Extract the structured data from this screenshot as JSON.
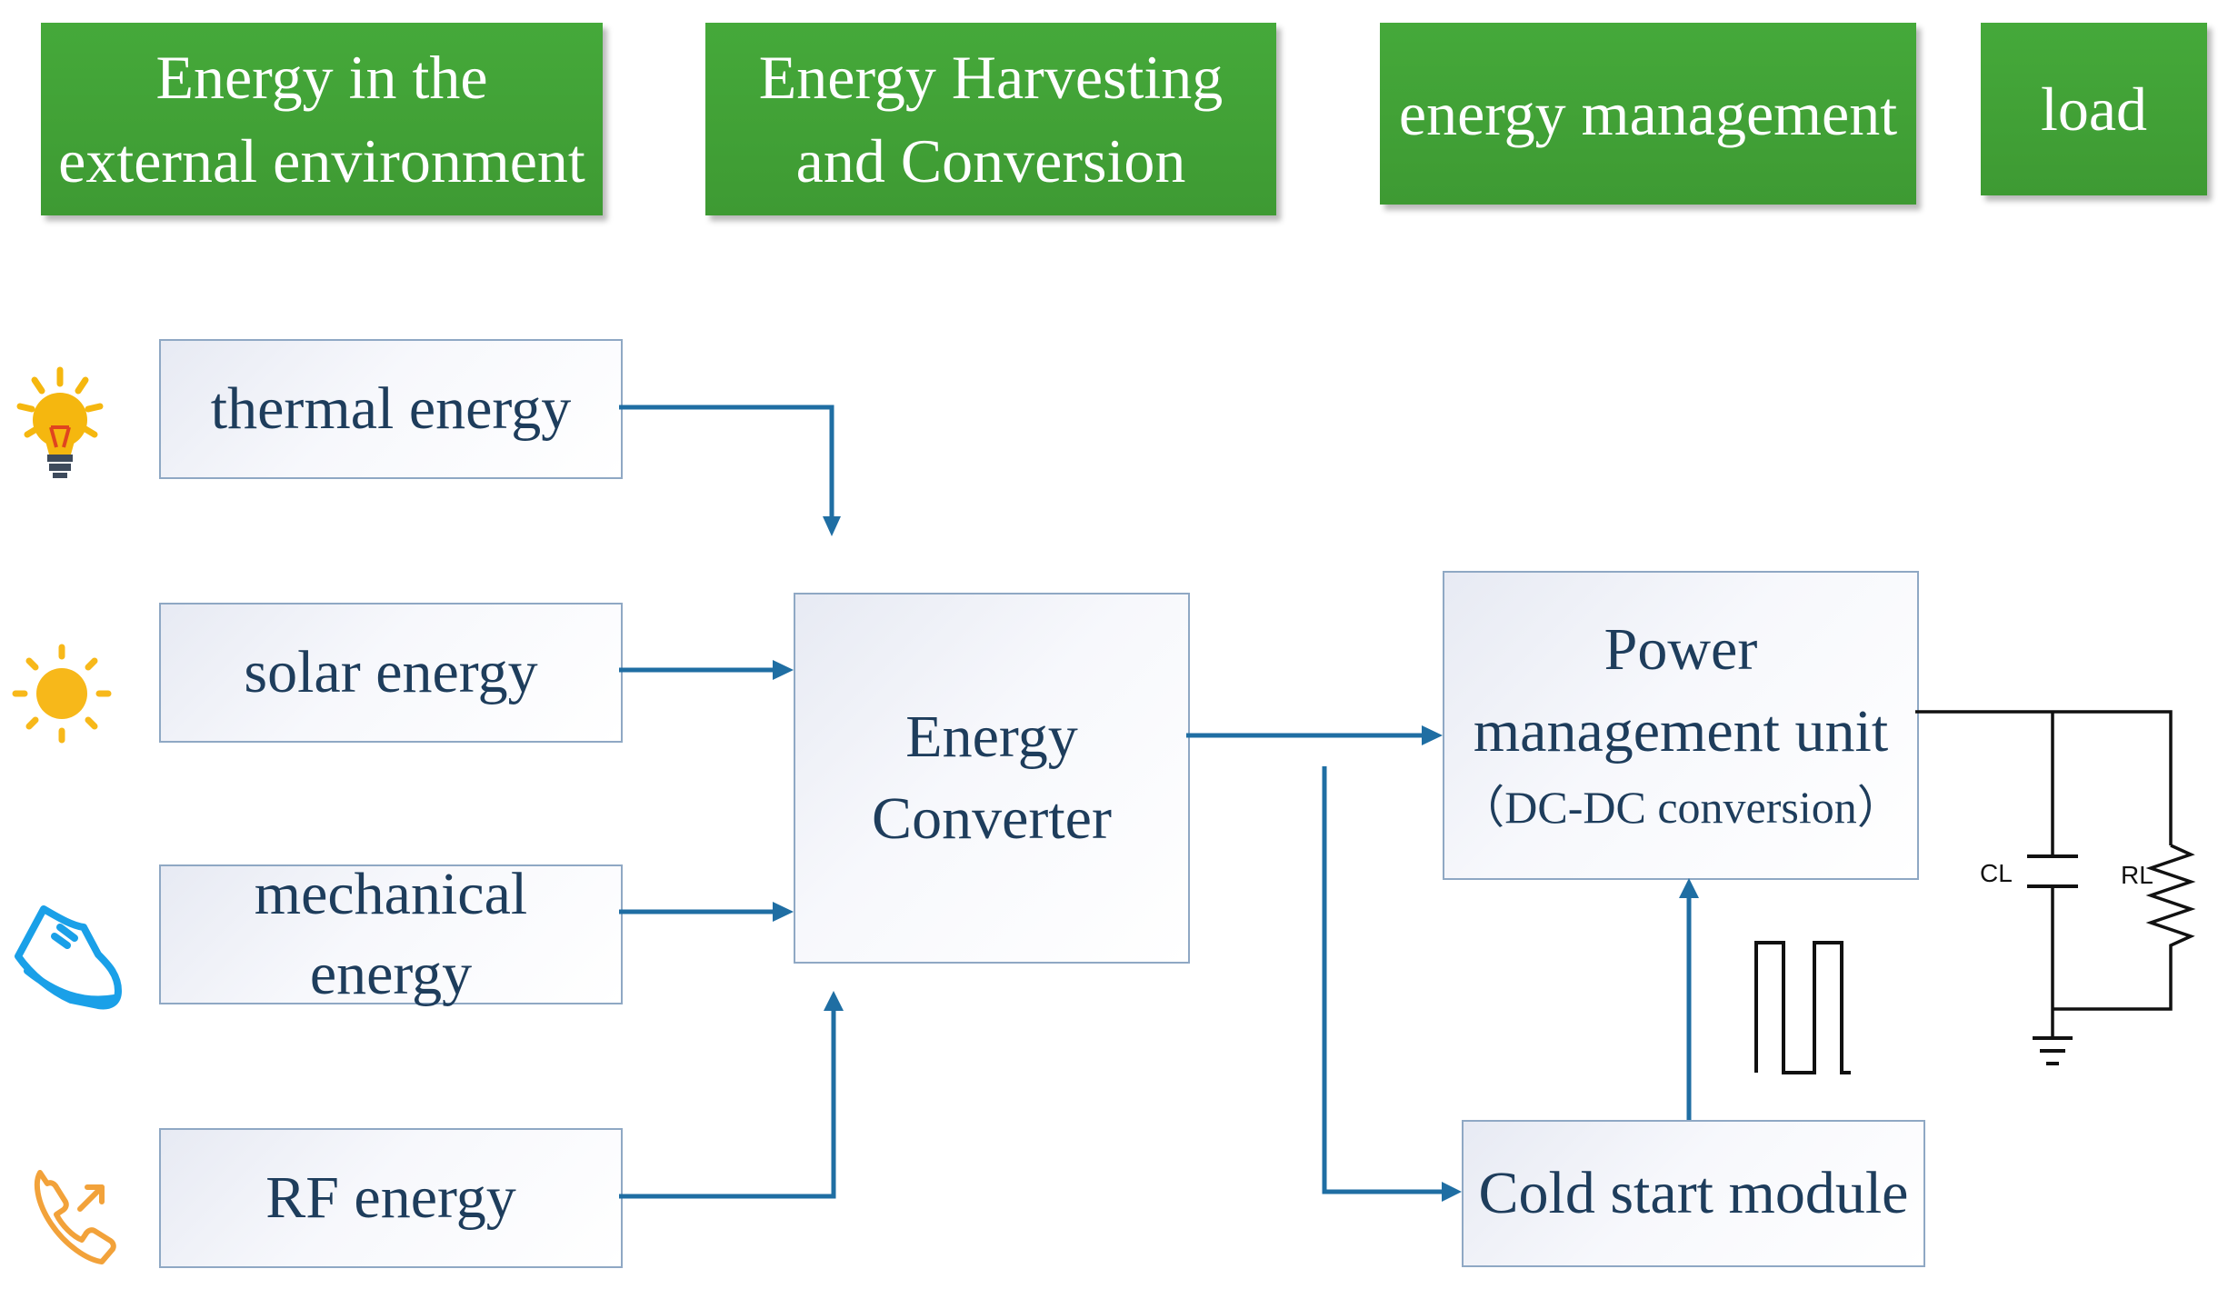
{
  "headers": {
    "environment": [
      "Energy in the",
      "external environment"
    ],
    "harvesting": [
      "Energy Harvesting",
      "and Conversion"
    ],
    "management": "energy management",
    "load": "load"
  },
  "sources": {
    "thermal": "thermal energy",
    "solar": "solar energy",
    "mechanical": [
      "mechanical",
      "energy"
    ],
    "rf": "RF energy"
  },
  "converter": [
    "Energy",
    "Converter"
  ],
  "pmu": [
    "Power",
    "management unit",
    "（DC-DC conversion）"
  ],
  "cold_start": "Cold start module",
  "circuit": {
    "capacitor": "CL",
    "resistor": "RL"
  },
  "colors": {
    "header_green": "#45a93a",
    "arrow_blue": "#1f6ea3",
    "box_text": "#1e3d5c"
  },
  "icons": [
    "light-bulb-icon",
    "sun-icon",
    "sneaker-icon",
    "phone-call-icon"
  ]
}
